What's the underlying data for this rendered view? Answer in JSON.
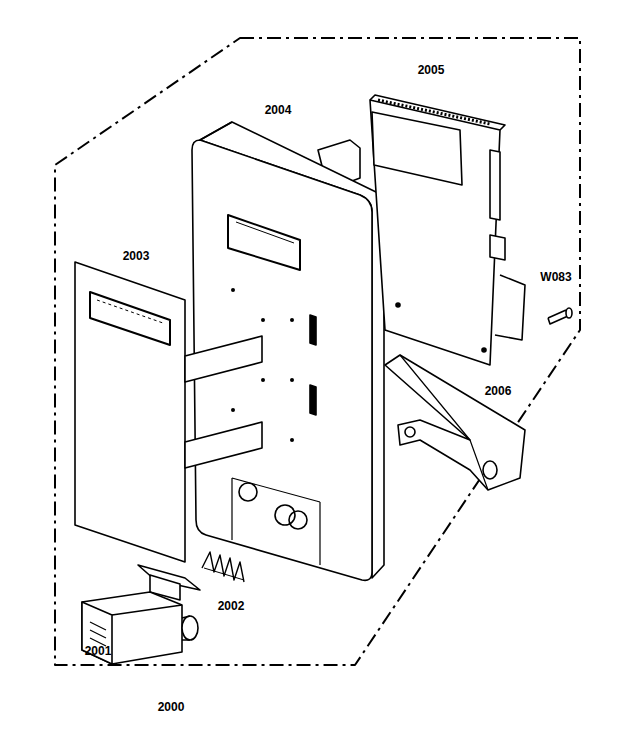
{
  "diagram": {
    "labels": [
      "2005",
      "2004",
      "2003",
      "W083",
      "2006",
      "2002",
      "2001",
      "2000"
    ]
  }
}
